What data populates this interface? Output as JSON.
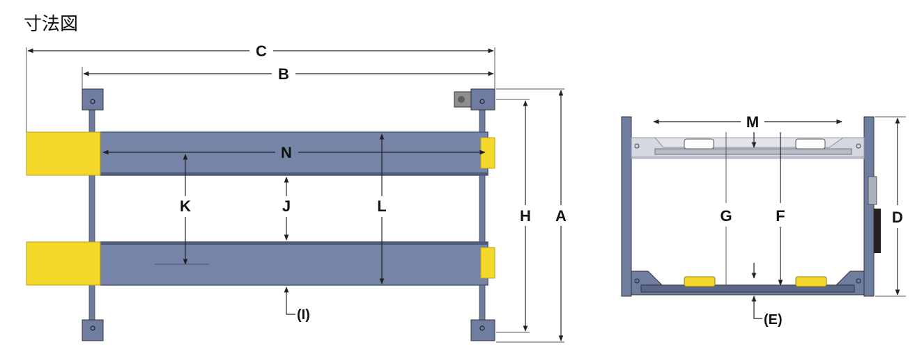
{
  "title": "寸法図",
  "labels": {
    "A": "A",
    "B": "B",
    "C": "C",
    "D": "D",
    "F": "F",
    "G": "G",
    "H": "H",
    "J": "J",
    "K": "K",
    "L": "L",
    "M": "M",
    "N": "N",
    "I": "(I)",
    "E": "(E)"
  },
  "colors": {
    "runway": "#7684a8",
    "runway_edge": "#4e5a7a",
    "ramp": "#f5d92a",
    "post": "#6f7da0",
    "frame_light": "#c9cdd6"
  }
}
